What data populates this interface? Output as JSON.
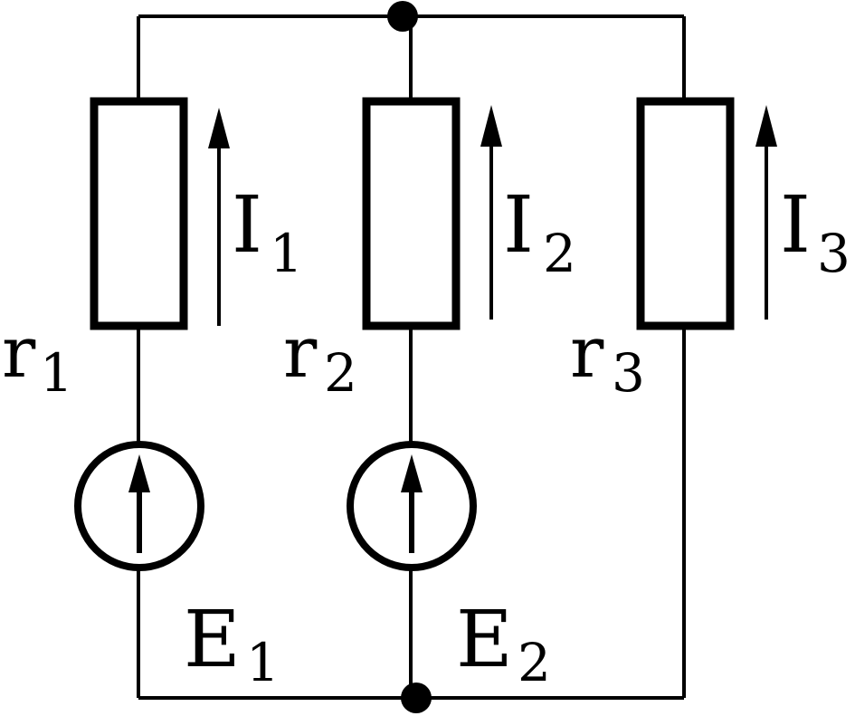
{
  "circuit": {
    "branches": [
      {
        "resistor": "r",
        "resistor_index": "1",
        "current": "I",
        "current_index": "1",
        "source": "E",
        "source_index": "1"
      },
      {
        "resistor": "r",
        "resistor_index": "2",
        "current": "I",
        "current_index": "2",
        "source": "E",
        "source_index": "2"
      },
      {
        "resistor": "r",
        "resistor_index": "3",
        "current": "I",
        "current_index": "3"
      }
    ]
  },
  "colors": {
    "line": "#000000",
    "background": "#ffffff"
  }
}
